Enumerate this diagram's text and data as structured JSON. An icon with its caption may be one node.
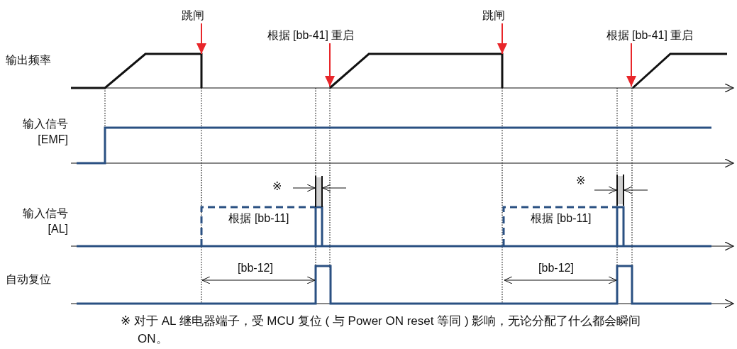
{
  "diagram": {
    "caption": "※ 对于 AL 继电器端子，受 MCU 复位 ( 与 Power ON reset 等同 ) 影响，无论分配了什么都会瞬间 ON。",
    "nodes": [
      {
        "text": [
          "跳闸"
        ]
      },
      {
        "text": [
          "根据 [bb-41] 重启"
        ]
      },
      {
        "text": [
          "跳闸"
        ]
      },
      {
        "text": [
          "根据 [bb-41] 重启"
        ]
      }
    ],
    "edges": [
      {
        "from": 0,
        "to": null,
        "arrow": "to",
        "color": "#e8262a"
      },
      {
        "from": 1,
        "to": null,
        "arrow": "to",
        "color": "#e8262a"
      },
      {
        "from": 2,
        "to": null,
        "arrow": "to",
        "color": "#e8262a"
      },
      {
        "from": 3,
        "to": null,
        "arrow": "to",
        "color": "#e8262a"
      }
    ],
    "labels": [
      "输出频率",
      "输入信号 [EMF]",
      "※",
      "※",
      "输入信号 [AL]",
      "根据 [bb-11]",
      "根据 [bb-11]",
      "自动复位",
      "[bb-12]",
      "[bb-12]"
    ]
  }
}
